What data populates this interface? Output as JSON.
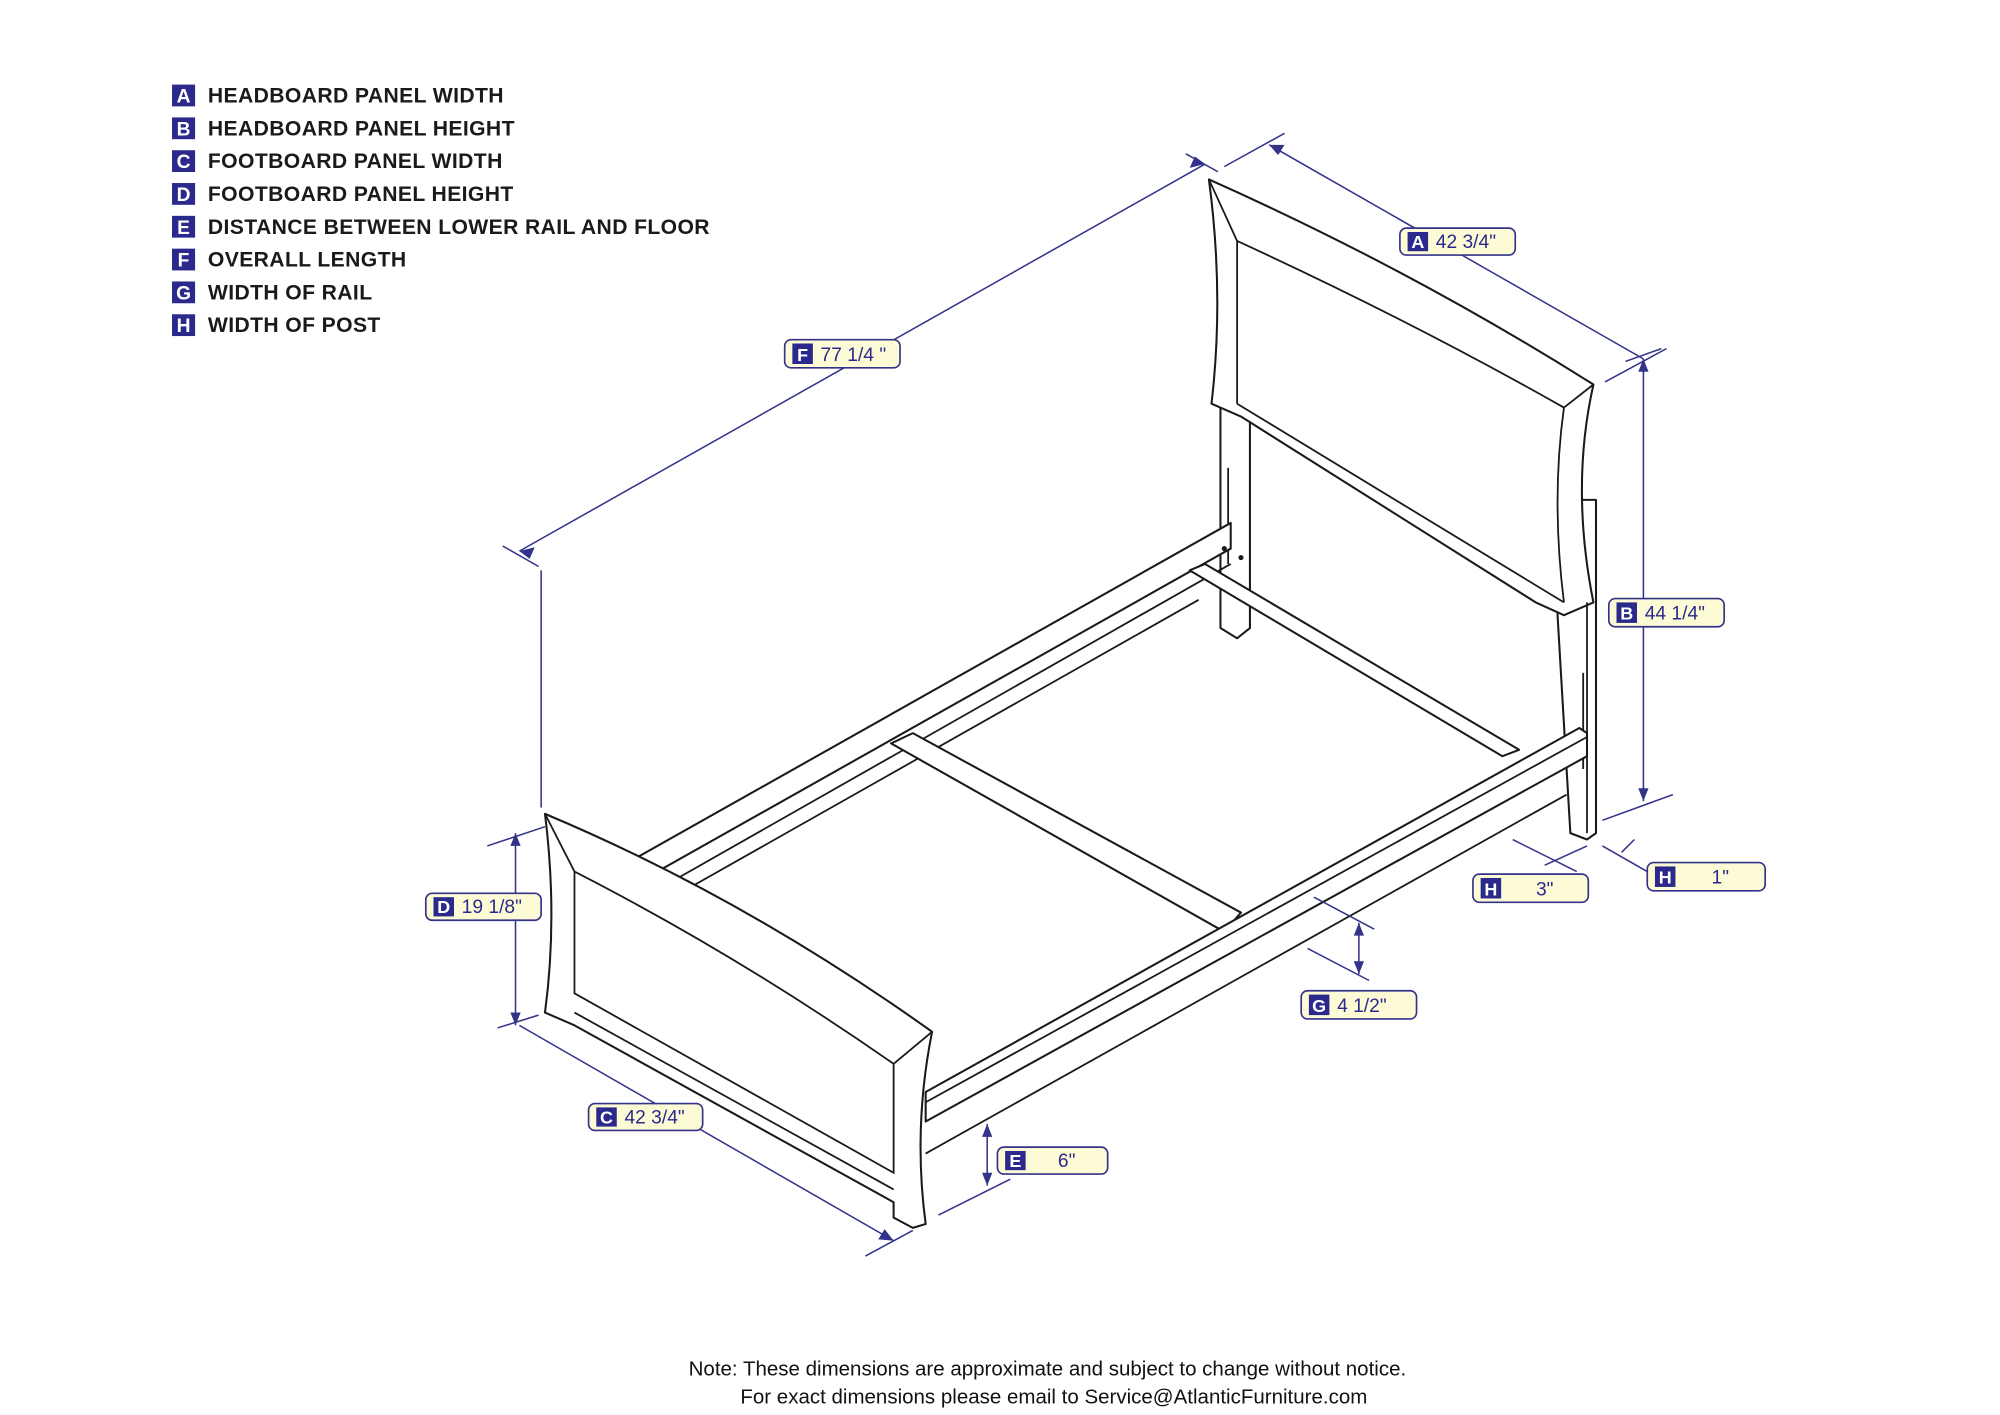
{
  "legend": [
    {
      "key": "A",
      "label": "HEADBOARD PANEL WIDTH"
    },
    {
      "key": "B",
      "label": "HEADBOARD PANEL HEIGHT"
    },
    {
      "key": "C",
      "label": "FOOTBOARD PANEL WIDTH"
    },
    {
      "key": "D",
      "label": "FOOTBOARD PANEL HEIGHT"
    },
    {
      "key": "E",
      "label": "DISTANCE BETWEEN LOWER RAIL AND FLOOR"
    },
    {
      "key": "F",
      "label": "OVERALL LENGTH"
    },
    {
      "key": "G",
      "label": "WIDTH OF RAIL"
    },
    {
      "key": "H",
      "label": "WIDTH OF POST"
    }
  ],
  "dimensions": [
    {
      "key": "F",
      "value": "77 1/4 \""
    },
    {
      "key": "A",
      "value": "42 3/4\""
    },
    {
      "key": "B",
      "value": "44 1/4\""
    },
    {
      "key": "H",
      "value": "3\""
    },
    {
      "key": "H",
      "value": "1\""
    },
    {
      "key": "D",
      "value": "19 1/8\""
    },
    {
      "key": "G",
      "value": "4 1/2\""
    },
    {
      "key": "C",
      "value": "42 3/4\""
    },
    {
      "key": "E",
      "value": "6\""
    }
  ],
  "note": {
    "line1": "Note:  These dimensions are approximate and subject to change without notice.",
    "line2": "For exact dimensions please email to Service@AtlanticFurniture.com"
  },
  "colors": {
    "accent": "#2b2a8c",
    "label_fill": "#fdfbd6",
    "line": "#33338a"
  }
}
